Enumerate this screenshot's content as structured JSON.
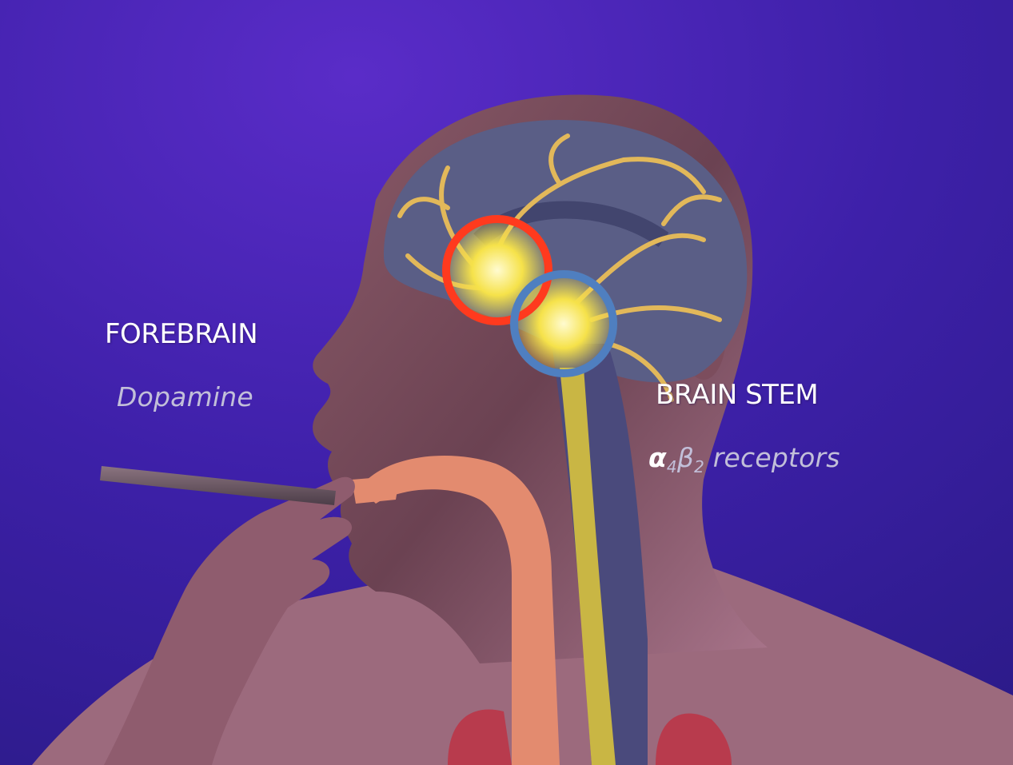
{
  "labels": {
    "forebrain": "FOREBRAIN",
    "forebrain_transmitter": "Dopamine",
    "brainstem": "BRAIN STEM",
    "receptor_alpha": "α",
    "receptor_alpha_sub": "4",
    "receptor_beta": "β",
    "receptor_beta_sub": "2",
    "receptor_text": " receptors"
  },
  "colors": {
    "background": "#3a1e9e",
    "skin": "#6e4552",
    "brain": "#5a5e86",
    "nerve": "#e2b85a",
    "airway": "#e38b6f",
    "spinal_cord": "#4a4a7c",
    "neuron_glow": "#f6e24a",
    "forebrain_ring": "#ff3a1e",
    "brainstem_ring": "#4f7fc0",
    "label_main": "#ffffff",
    "label_sub": "#c2bfd9"
  },
  "illustration": {
    "subject": "head-profile-smoking-cigarette",
    "highlighted_regions": [
      "forebrain",
      "brain-stem"
    ]
  }
}
